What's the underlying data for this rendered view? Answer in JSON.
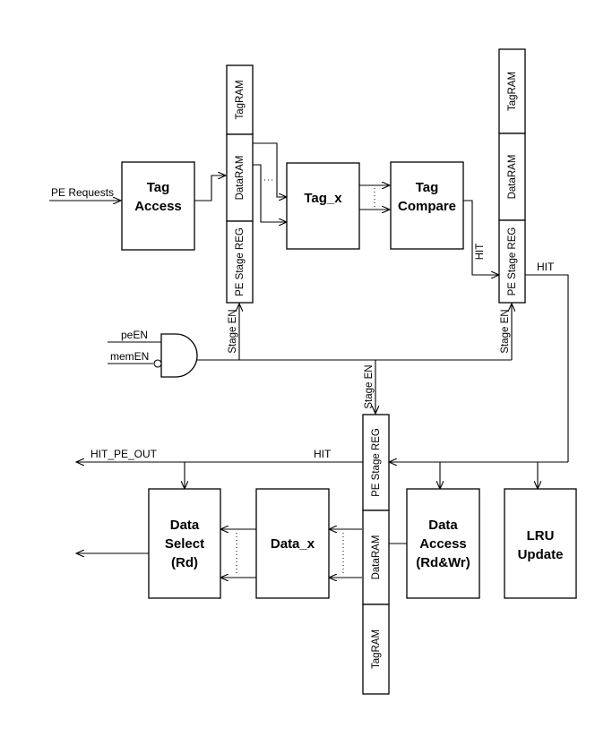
{
  "blocks": {
    "tag_access": [
      "Tag",
      "Access"
    ],
    "tag_x": [
      "Tag_x"
    ],
    "tag_compare": [
      "Tag",
      "Compare"
    ],
    "data_select": [
      "Data",
      "Select",
      "(Rd)"
    ],
    "data_x": [
      "Data_x"
    ],
    "data_access": [
      "Data",
      "Access",
      "(Rd&Wr)"
    ],
    "lru_update": [
      "LRU",
      "Update"
    ]
  },
  "pipeline_registers": {
    "stage1": [
      "TagRAM",
      "DataRAM",
      "PE Stage REG"
    ],
    "stage2": [
      "TagRAM",
      "DataRAM",
      "PE Stage REG"
    ],
    "stage3": [
      "PE Stage REG",
      "DataRAM",
      "TagRAM"
    ]
  },
  "signals": {
    "pe_requests": "PE Requests",
    "pe_en": "peEN",
    "mem_en": "memEN",
    "stage_en": "Stage EN",
    "hit": "HIT",
    "hit_pe_out": "HIT_PE_OUT"
  }
}
